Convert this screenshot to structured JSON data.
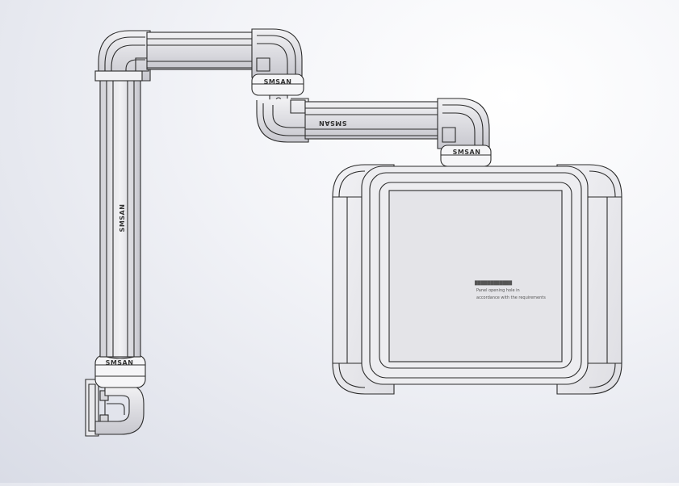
{
  "drawing": {
    "brand_label": "SMSAN",
    "arm_label_mid": "SMSAN",
    "arm_label_vertical": "SMSAN",
    "joint_label_top": "SMSAN",
    "joint_label_right": "SMSAN",
    "joint_label_bottom": "SMSAN",
    "panel_note_title": "████████████",
    "panel_note_line1": "Panel opening hole in",
    "panel_note_line2": "accordance with the requirements"
  },
  "colors": {
    "outline": "#2b2b2b",
    "pipe_fill": "#e6e6ea",
    "pipe_shadow": "#c9c9cf",
    "joint_fill": "#f5f5f7",
    "panel_fill": "#e9e9ec"
  }
}
